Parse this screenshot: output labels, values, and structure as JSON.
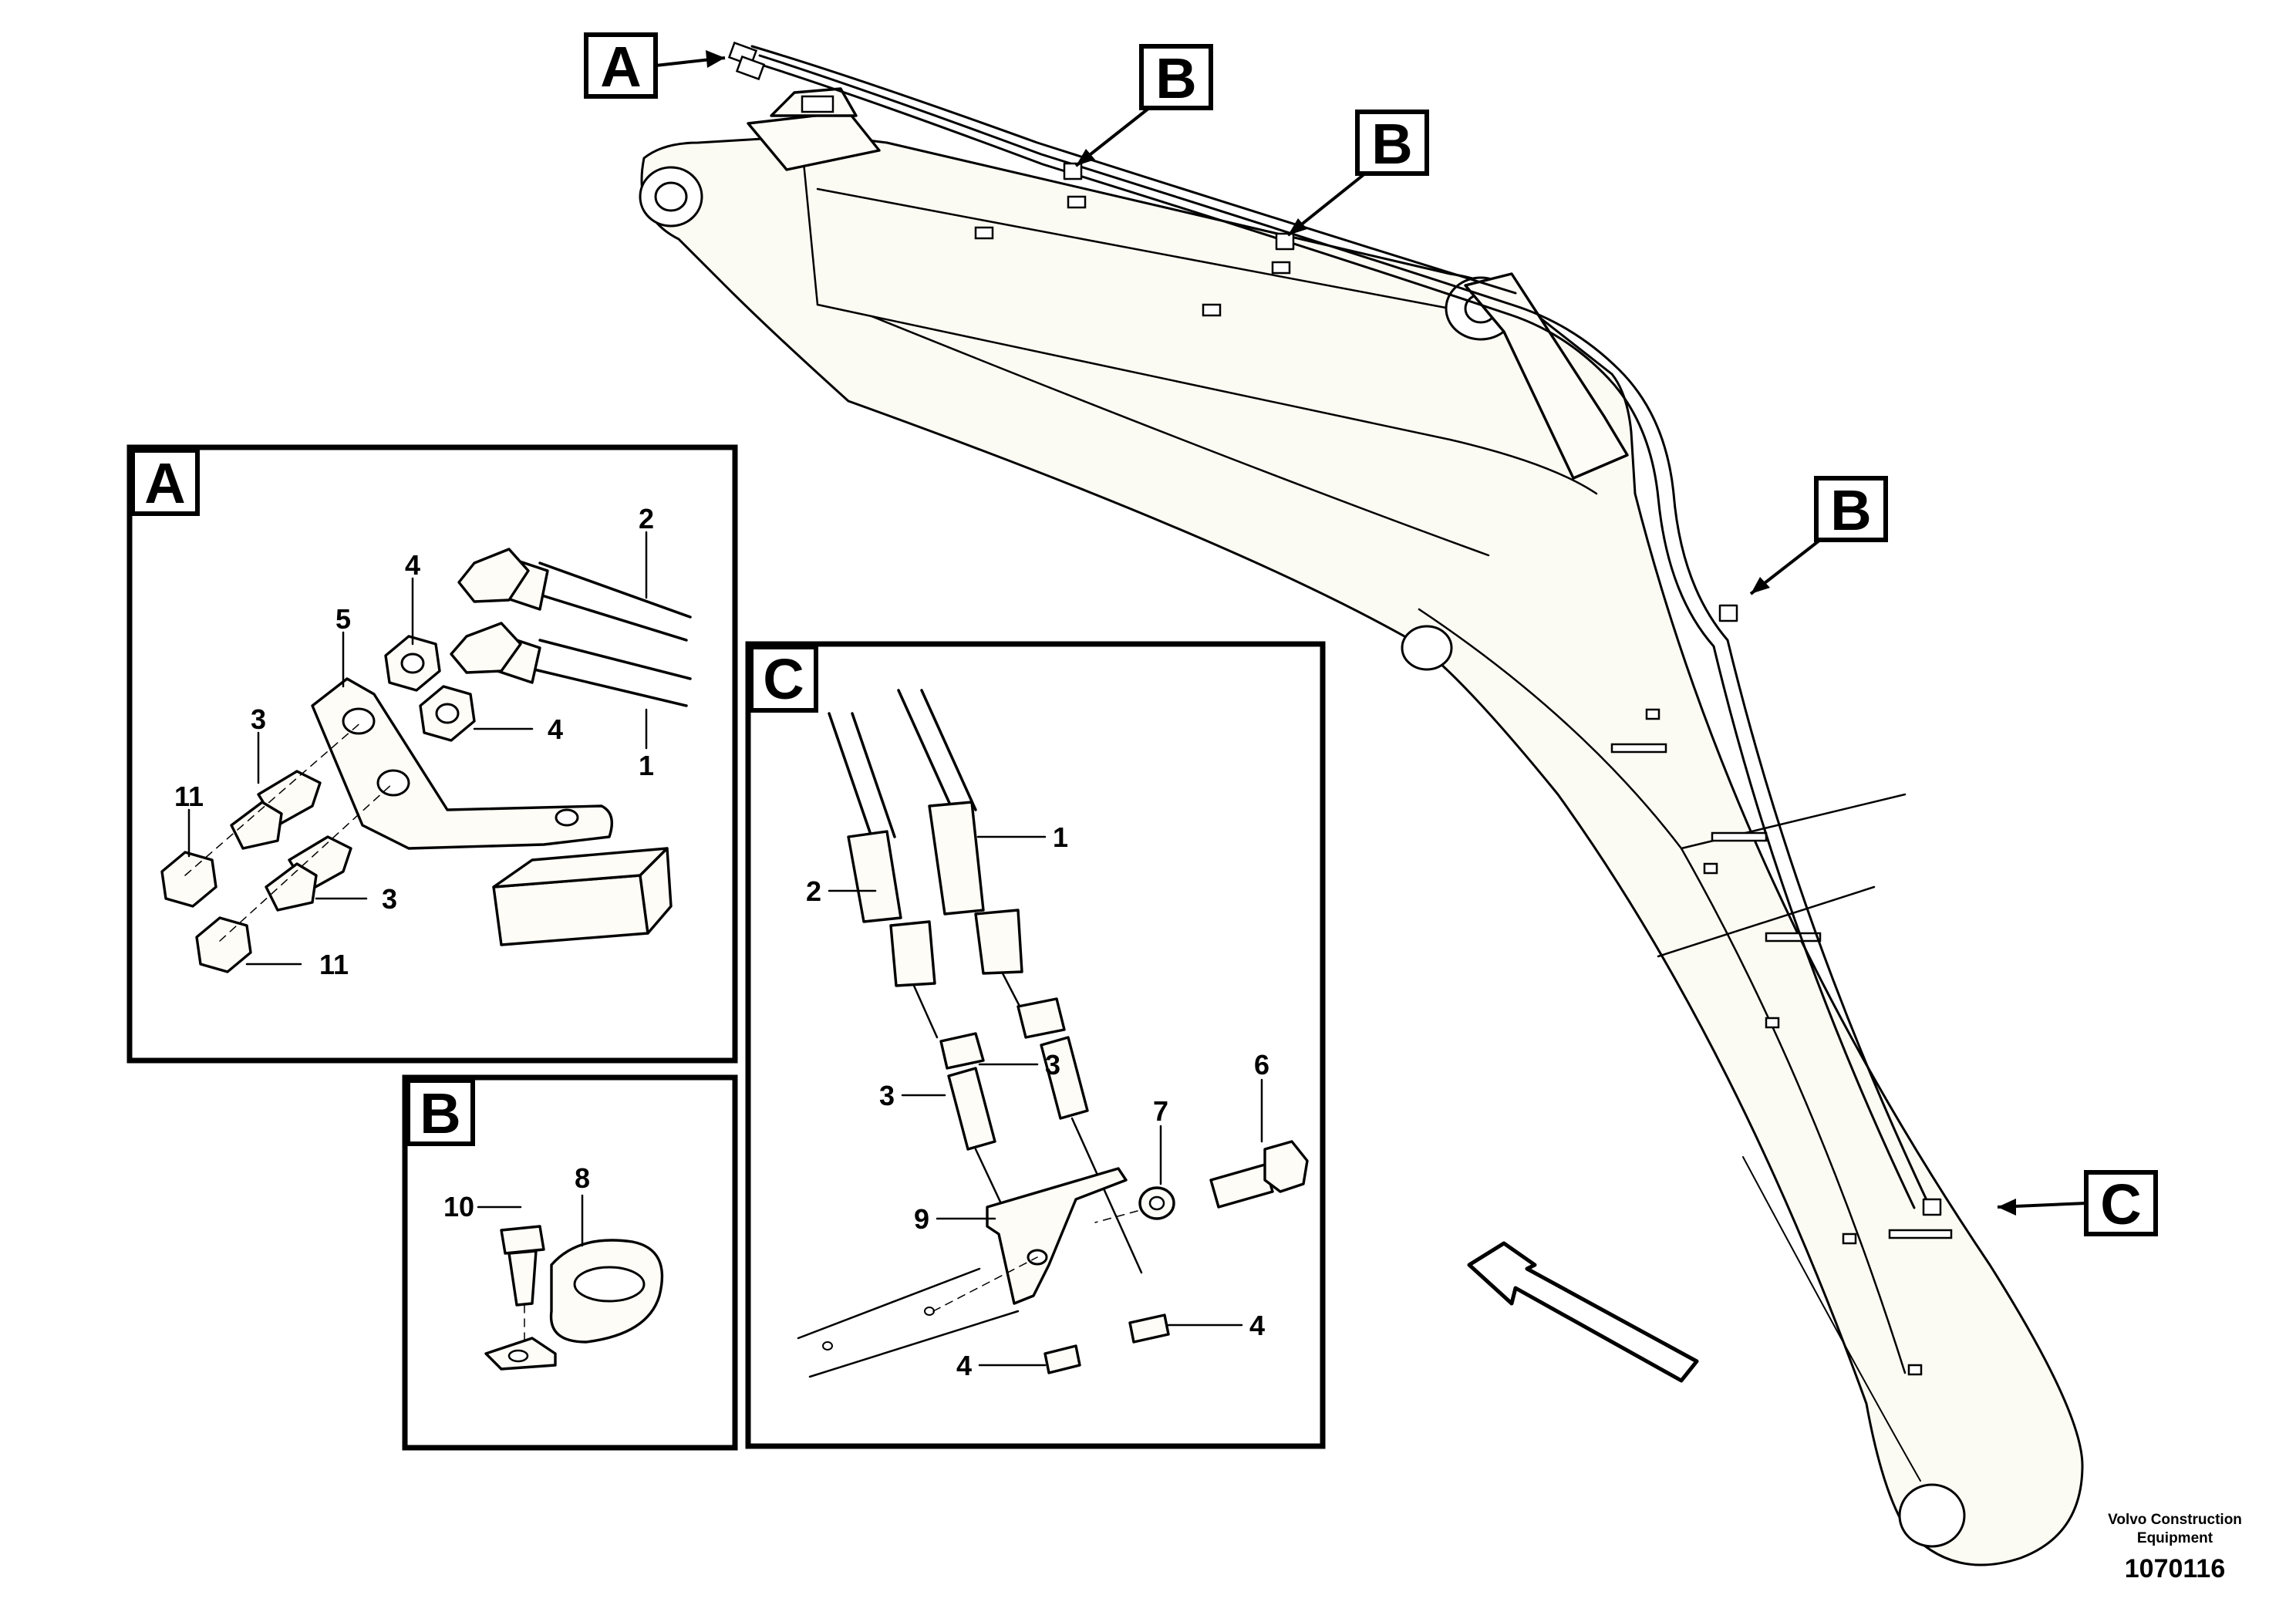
{
  "callouts": {
    "top_a": "A",
    "top_b1": "B",
    "top_b2": "B",
    "side_b": "B",
    "side_c": "C"
  },
  "panels": {
    "a": {
      "letter": "A",
      "labels": {
        "p2": "2",
        "p4a": "4",
        "p5": "5",
        "p4b": "4",
        "p3a": "3",
        "p1": "1",
        "p11a": "11",
        "p3b": "3",
        "p11b": "11"
      }
    },
    "b": {
      "letter": "B",
      "labels": {
        "p8": "8",
        "p10": "10"
      }
    },
    "c": {
      "letter": "C",
      "labels": {
        "p1": "1",
        "p2": "2",
        "p3a": "3",
        "p3b": "3",
        "p6": "6",
        "p7": "7",
        "p9": "9",
        "p4a": "4",
        "p4b": "4"
      }
    }
  },
  "footer": {
    "company_line1": "Volvo Construction",
    "company_line2": "Equipment",
    "figure_number": "1070116"
  }
}
